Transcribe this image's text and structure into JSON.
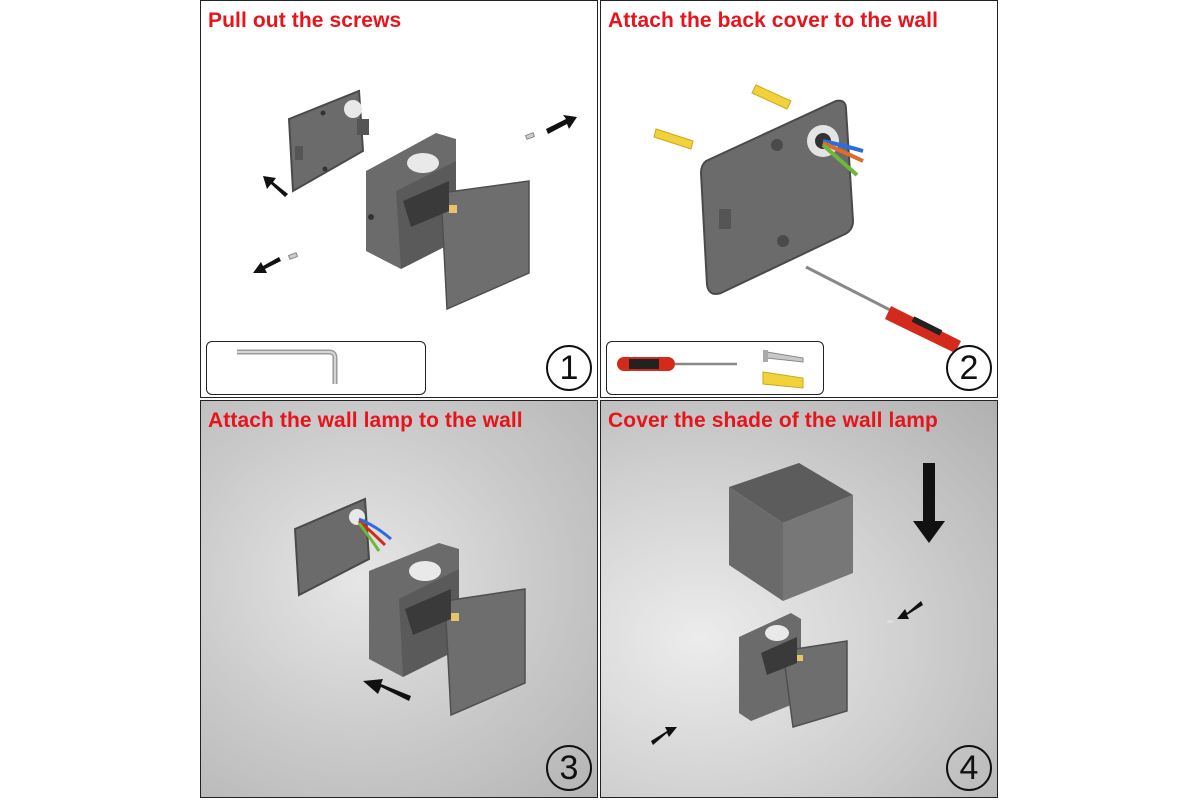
{
  "steps": [
    {
      "title": "Pull out the screws",
      "number": "1",
      "tools": [
        "hex-key"
      ]
    },
    {
      "title": "Attach the back cover to the wall",
      "number": "2",
      "tools": [
        "screwdriver",
        "screw",
        "wall-anchor"
      ]
    },
    {
      "title": "Attach the wall lamp to the wall",
      "number": "3",
      "tools": []
    },
    {
      "title": "Cover the shade of the wall lamp",
      "number": "4",
      "tools": []
    }
  ],
  "colors": {
    "title": "#e8131b",
    "lamp_body": "#6b6b6b",
    "lamp_dark": "#4a4a4a",
    "anchor": "#f2d23a",
    "screwdriver_handle": "#d42a1c"
  }
}
